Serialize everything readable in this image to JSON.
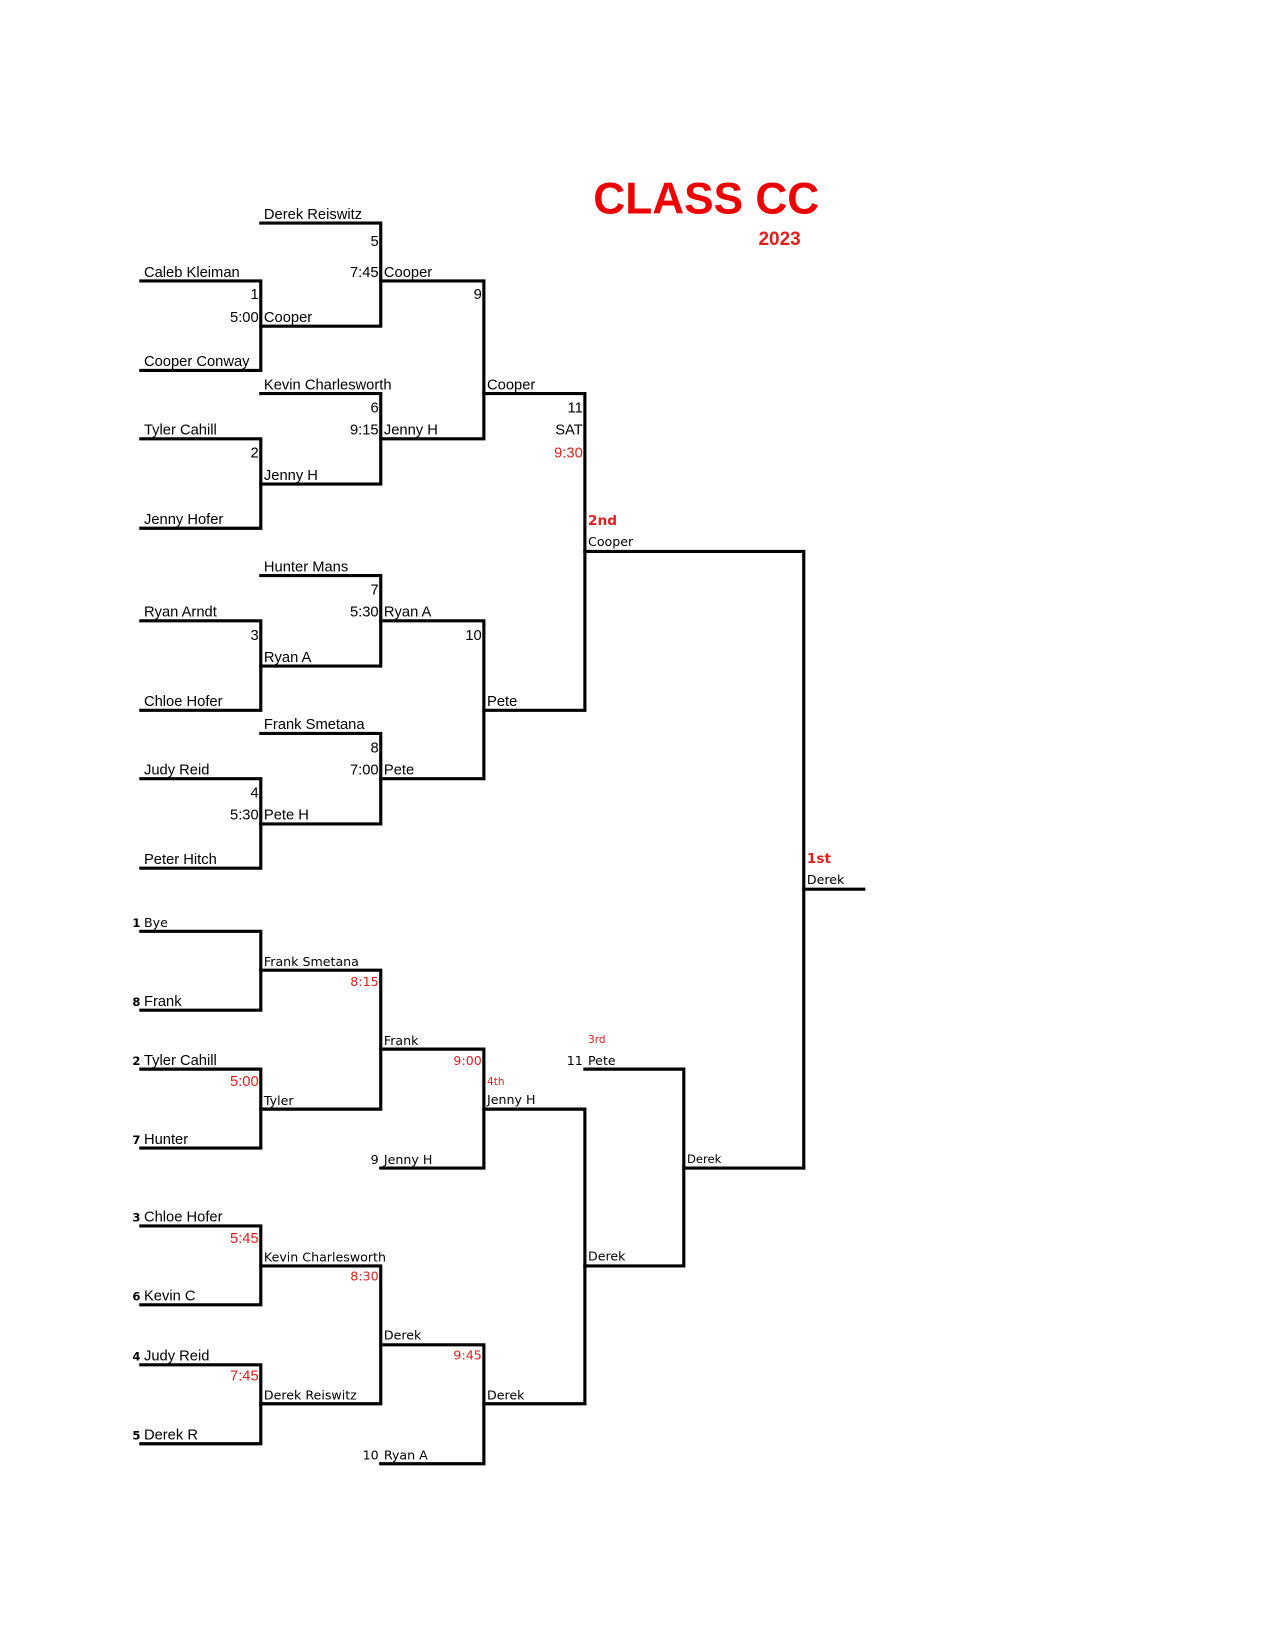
{
  "header": {
    "title": "CLASS CC",
    "year": "2023"
  },
  "winners_bracket": {
    "round1": [
      {
        "top": "Caleb Kleiman",
        "bottom": "Cooper Conway",
        "game": "1",
        "time": "5:00",
        "winner": "Cooper"
      },
      {
        "top": "Tyler Cahill",
        "bottom": "Jenny Hofer",
        "game": "2",
        "time": "",
        "winner": "Jenny H"
      },
      {
        "top": "Ryan Arndt",
        "bottom": "Chloe Hofer",
        "game": "3",
        "time": "",
        "winner": "Ryan A"
      },
      {
        "top": "Judy Reid",
        "bottom": "Peter Hitch",
        "game": "4",
        "time": "5:30",
        "winner": "Pete H"
      }
    ],
    "round2": [
      {
        "top": "Derek Reiswitz",
        "game": "5",
        "time": "7:45",
        "winner": "Cooper"
      },
      {
        "top": "Kevin Charlesworth",
        "game": "6",
        "time": "9:15",
        "winner": "Jenny H"
      },
      {
        "top": "Hunter Mans",
        "game": "7",
        "time": "5:30",
        "winner": "Ryan A"
      },
      {
        "top": "Frank Smetana",
        "game": "8",
        "time": "7:00",
        "winner": "Pete"
      }
    ],
    "round3": [
      {
        "game": "9",
        "winner": "Cooper"
      },
      {
        "game": "10",
        "winner": "Pete"
      }
    ],
    "final": {
      "game": "11",
      "day": "SAT",
      "time": "9:30",
      "place_label": "2nd",
      "winner": "Cooper"
    }
  },
  "consolation_bracket": {
    "round1": [
      {
        "top_seed": "1",
        "top": "Bye",
        "bottom_seed": "8",
        "bottom": "Frank",
        "time": "",
        "winner": "Frank Smetana"
      },
      {
        "top_seed": "2",
        "top": "Tyler Cahill",
        "bottom_seed": "7",
        "bottom": "Hunter",
        "time": "5:00",
        "winner": "Tyler"
      },
      {
        "top_seed": "3",
        "top": "Chloe Hofer",
        "bottom_seed": "6",
        "bottom": "Kevin C",
        "time": "5:45",
        "winner": "Kevin Charlesworth"
      },
      {
        "top_seed": "4",
        "top": "Judy Reid",
        "bottom_seed": "5",
        "bottom": "Derek R",
        "time": "7:45",
        "winner": "Derek Reiswitz"
      }
    ],
    "round2": [
      {
        "time": "8:15",
        "winner": "Frank"
      },
      {
        "time": "8:30",
        "winner": "Derek"
      }
    ],
    "round3": [
      {
        "time": "9:00",
        "drop_seed": "9",
        "drop": "Jenny H",
        "place_label": "4th",
        "winner": "Jenny H"
      },
      {
        "time": "9:45",
        "drop_seed": "10",
        "drop": "Ryan A",
        "winner": "Derek"
      }
    ],
    "round4": {
      "winner": "Derek"
    },
    "third_place": {
      "place_label": "3rd",
      "seed": "11",
      "name": "Pete",
      "winner": "Derek"
    }
  },
  "championship": {
    "place_label": "1st",
    "winner": "Derek"
  }
}
